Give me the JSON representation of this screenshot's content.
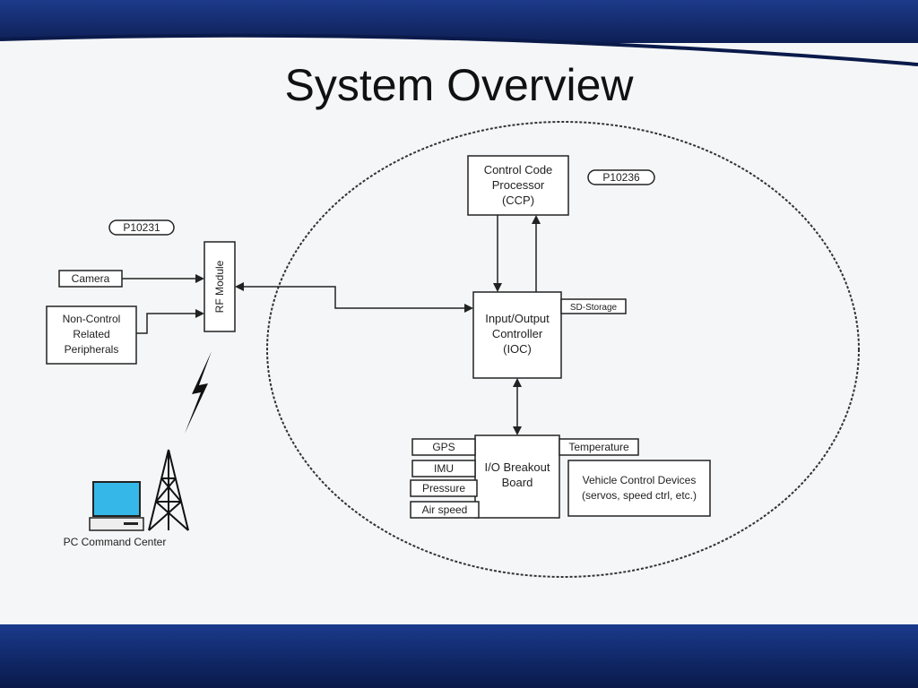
{
  "slide": {
    "title": "System Overview"
  },
  "diagram": {
    "tags": {
      "p10231": "P10231",
      "p10236": "P10236"
    },
    "ccp": {
      "line1": "Control Code",
      "line2": "Processor",
      "line3": "(CCP)"
    },
    "ioc": {
      "line1": "Input/Output",
      "line2": "Controller",
      "line3": "(IOC)"
    },
    "sd_storage": "SD-Storage",
    "rf_module": "RF Module",
    "camera": "Camera",
    "peripherals": {
      "line1": "Non-Control",
      "line2": "Related",
      "line3": "Peripherals"
    },
    "breakout": {
      "line1": "I/O Breakout",
      "line2": "Board"
    },
    "sensors": [
      "GPS",
      "IMU",
      "Pressure",
      "Air speed"
    ],
    "temperature": "Temperature",
    "vehicle": {
      "line1": "Vehicle Control Devices",
      "line2": "(servos, speed ctrl, etc.)"
    },
    "pc_label": "PC Command Center"
  },
  "colors": {
    "band": "#1d3a8a",
    "background": "#f5f6f7",
    "stroke": "#222222",
    "monitor_screen": "#35b8e8"
  }
}
